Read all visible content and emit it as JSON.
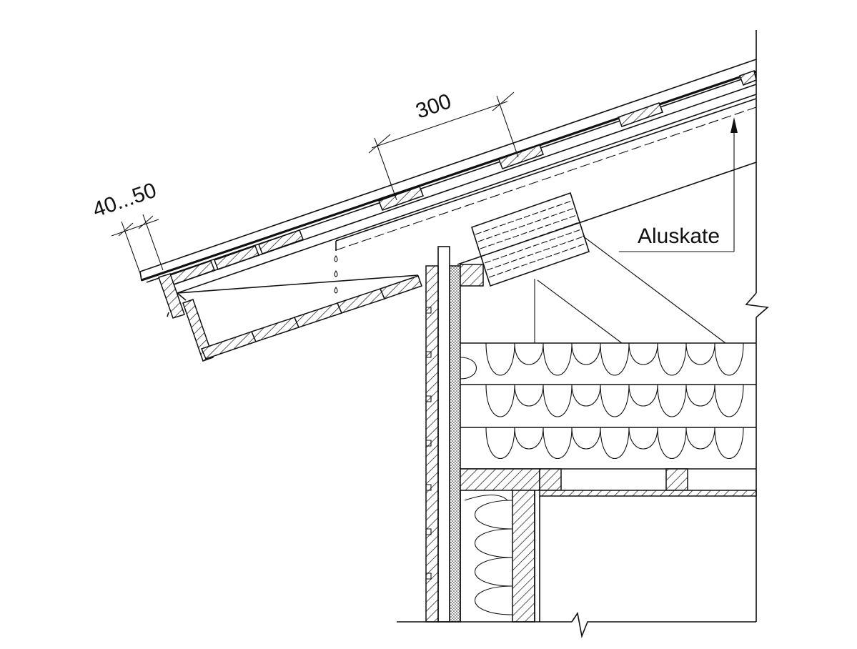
{
  "labels": {
    "spacing": "300",
    "overhang": "40...50",
    "material": "Aluskate"
  }
}
